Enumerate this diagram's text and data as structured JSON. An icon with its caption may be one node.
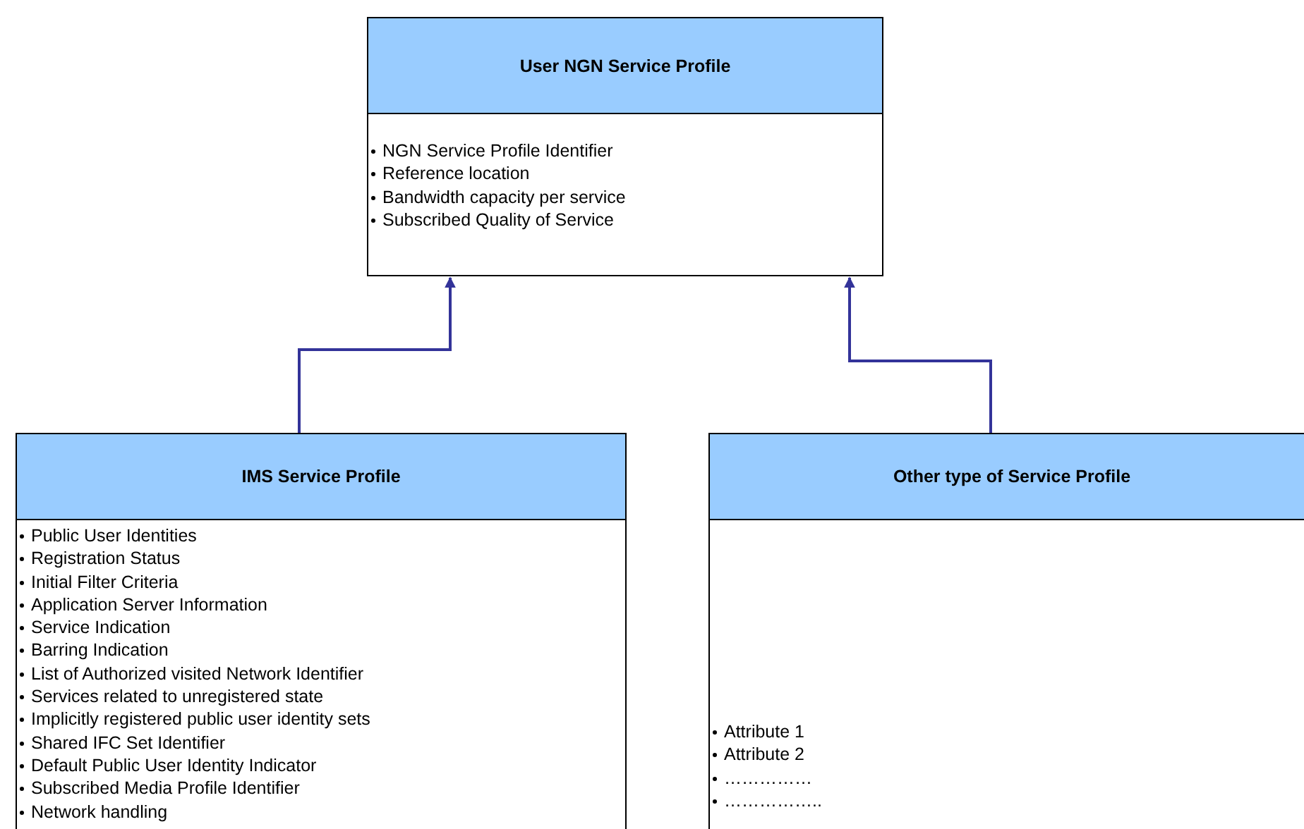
{
  "diagram": {
    "nodes": [
      {
        "text": [
          "User NGN Service Profile",
          "NGN Service Profile Identifier",
          "Reference location",
          "Bandwidth capacity per service",
          "Subscribed Quality of Service"
        ]
      },
      {
        "text": [
          "IMS Service Profile",
          "Public User Identities",
          "Registration Status",
          "Initial Filter Criteria",
          "Application Server Information",
          "Service Indication",
          "Barring Indication",
          "List of Authorized visited Network Identifier",
          "Services related to unregistered state",
          "Implicitly registered public user identity sets",
          "Shared IFC Set Identifier",
          "Default Public User Identity Indicator",
          "Subscribed Media Profile Identifier",
          "Network handling"
        ]
      },
      {
        "text": [
          "Other type of Service Profile",
          "Attribute 1",
          "Attribute 2",
          "……………",
          "…………….."
        ]
      }
    ],
    "edges": [
      {
        "from": 1,
        "to": 0,
        "arrow": "to",
        "color": "#333399"
      },
      {
        "from": 2,
        "to": 0,
        "arrow": "to",
        "color": "#333399"
      }
    ]
  }
}
